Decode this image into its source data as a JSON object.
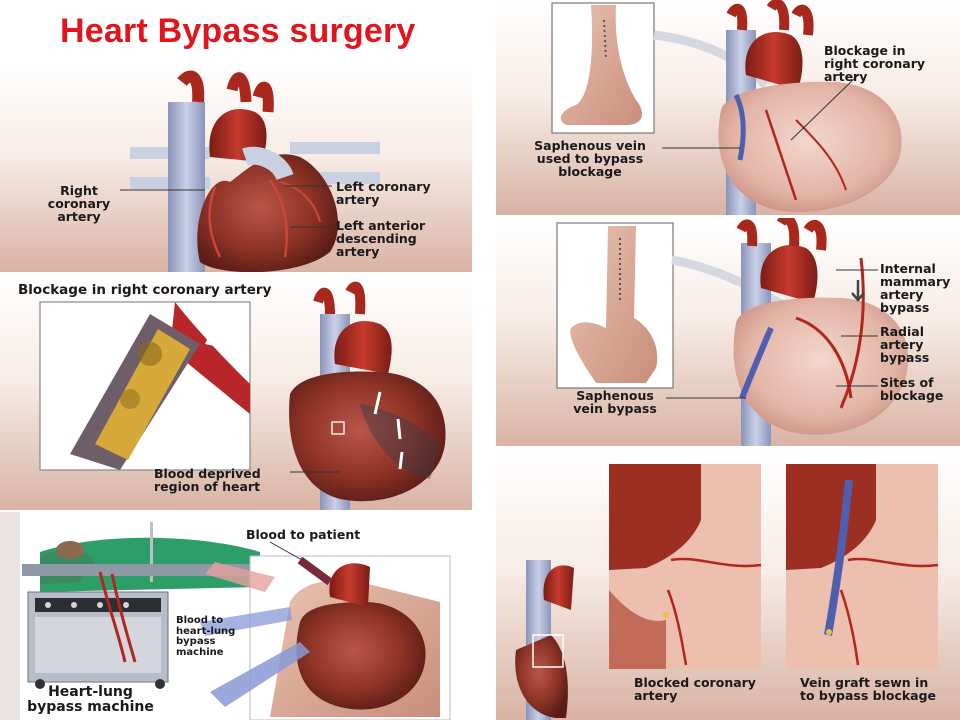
{
  "title": "Heart Bypass surgery",
  "colors": {
    "title": "#e0161c",
    "artery": "#b3261e",
    "vein": "#5a6fb8",
    "skin": "#f3d5c9",
    "drape": "#2e9e68"
  },
  "panels": {
    "coronary_anatomy": {
      "label_right_coronary": "Right\ncoronary\nartery",
      "label_left_coronary": "Left coronary\nartery",
      "label_lad": "Left anterior\ndescending\nartery"
    },
    "blockage": {
      "heading": "Blockage in right coronary artery",
      "label_deprived": "Blood deprived\nregion of heart"
    },
    "heart_lung": {
      "label_to_patient": "Blood to patient",
      "label_to_machine": "Blood to\nheart-lung\nbypass\nmachine",
      "label_machine": "Heart-lung\nbypass machine"
    },
    "saphenous_leg": {
      "label_blockage": "Blockage in\nright coronary\nartery",
      "label_vein": "Saphenous vein\nused to bypass\nblockage"
    },
    "arm_bypass": {
      "label_mammary": "Internal\nmammary\nartery\nbypass",
      "label_radial": "Radial\nartery\nbypass",
      "label_sites": "Sites of\nblockage",
      "label_saph": "Saphenous\nvein bypass"
    },
    "graft": {
      "label_blocked": "Blocked coronary\nartery",
      "label_graft": "Vein graft sewn in\nto bypass blockage"
    }
  }
}
